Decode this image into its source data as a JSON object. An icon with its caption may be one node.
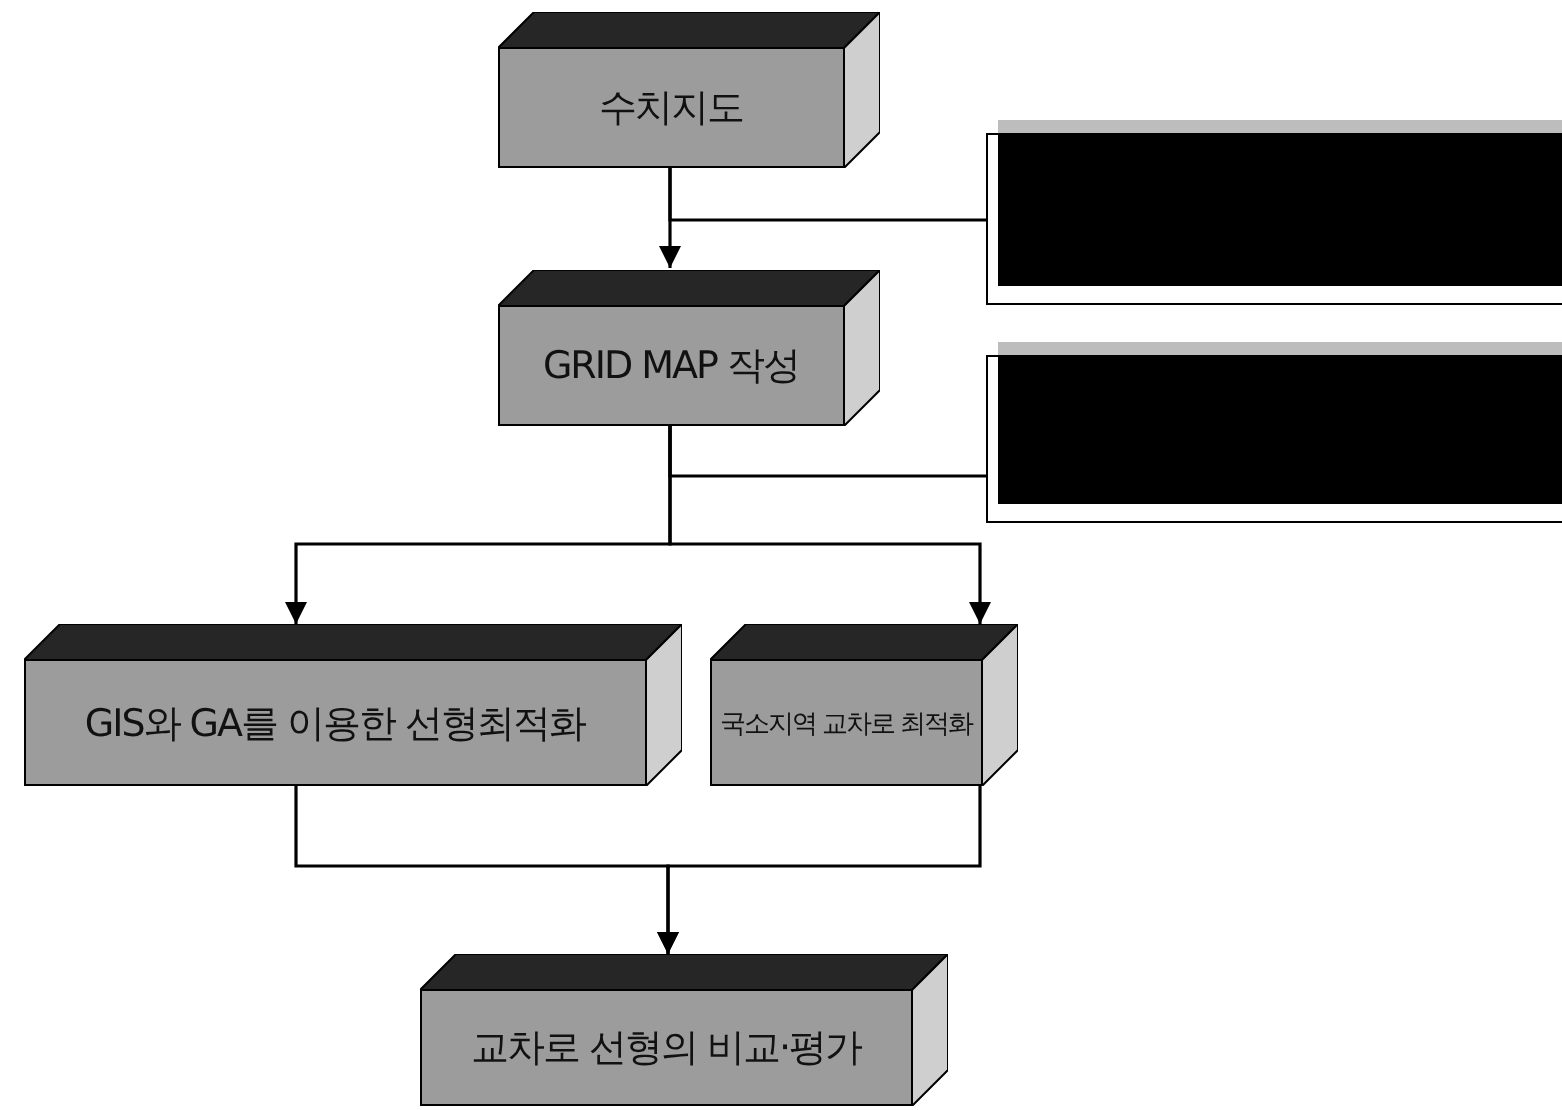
{
  "diagram": {
    "nodes": [
      {
        "text": [
          "수치지도"
        ]
      },
      {
        "text": [
          "GRID MAP 작성"
        ]
      },
      {
        "text": [
          "GIS와 GA를 이용한 선형최적화"
        ]
      },
      {
        "text": [
          "국소지역 교차로 최적화"
        ]
      },
      {
        "text": [
          "교차로 선형의 비교·평가"
        ]
      },
      {
        "text": [],
        "shape": "box"
      },
      {
        "text": [],
        "shape": "box"
      }
    ],
    "edges": [
      {
        "from": 0,
        "to": 1,
        "arrow": "to"
      },
      {
        "from": 0,
        "to": 5,
        "arrow": "none"
      },
      {
        "from": 1,
        "to": 6,
        "arrow": "none"
      },
      {
        "from": 1,
        "to": 2,
        "arrow": "to"
      },
      {
        "from": 1,
        "to": 3,
        "arrow": "to"
      },
      {
        "from": 2,
        "to": 4,
        "arrow": "to"
      },
      {
        "from": 3,
        "to": 4,
        "arrow": "to"
      }
    ]
  }
}
